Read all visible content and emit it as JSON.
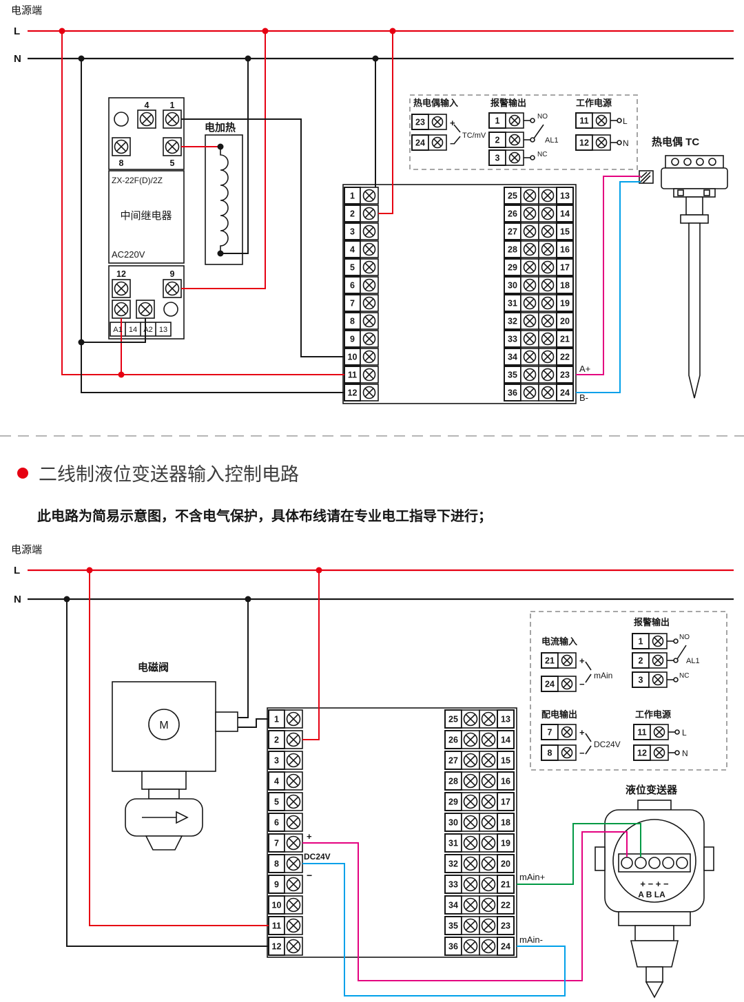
{
  "colors": {
    "red": "#e60012",
    "black": "#161616",
    "magenta": "#e4007f",
    "cyan": "#00a0e9",
    "green": "#009944"
  },
  "top_section": {
    "power_label": "电源端",
    "l_label": "L",
    "n_label": "N",
    "relay": {
      "model": "ZX-22F(D)/2Z",
      "name": "中间继电器",
      "voltage": "AC220V",
      "top_terminals": [
        "4",
        "1"
      ],
      "mid_terminals": [
        "8",
        "5"
      ],
      "lower_terminals": [
        "12",
        "9"
      ],
      "bottom_terminals": [
        "A1",
        "14",
        "A2",
        "13"
      ]
    },
    "heater_label": "电加热",
    "block": {
      "left": [
        "1",
        "2",
        "3",
        "4",
        "5",
        "6",
        "7",
        "8",
        "9",
        "10",
        "11",
        "12"
      ],
      "right_outer": [
        "25",
        "26",
        "27",
        "28",
        "29",
        "30",
        "31",
        "32",
        "33",
        "34",
        "35",
        "36"
      ],
      "right_inner": [
        "13",
        "14",
        "15",
        "16",
        "17",
        "18",
        "19",
        "20",
        "21",
        "22",
        "23",
        "24"
      ],
      "a_plus": "A+",
      "b_minus": "B-"
    },
    "legend": {
      "tc_input": {
        "title": "热电偶输入",
        "terminals": [
          "23",
          "24"
        ],
        "plus": "+",
        "minus": "−",
        "signal": "TC/mV"
      },
      "alarm": {
        "title": "报警输出",
        "terminals": [
          "1",
          "2",
          "3"
        ],
        "no_label": "NO",
        "nc_label": "NC",
        "name": "AL1"
      },
      "power": {
        "title": "工作电源",
        "terminals": [
          "11",
          "12"
        ],
        "l_label": "L",
        "n_label": "N"
      }
    },
    "thermocouple_label": "热电偶 TC"
  },
  "section": {
    "title": "二线制液位变送器输入控制电路",
    "subtitle": "此电路为简易示意图，不含电气保护，具体布线请在专业电工指导下进行；"
  },
  "bottom_section": {
    "power_label": "电源端",
    "l_label": "L",
    "n_label": "N",
    "valve_label": "电磁阀",
    "motor_label": "M",
    "block": {
      "left": [
        "1",
        "2",
        "3",
        "4",
        "5",
        "6",
        "7",
        "8",
        "9",
        "10",
        "11",
        "12"
      ],
      "right_outer": [
        "25",
        "26",
        "27",
        "28",
        "29",
        "30",
        "31",
        "32",
        "33",
        "34",
        "35",
        "36"
      ],
      "right_inner": [
        "13",
        "14",
        "15",
        "16",
        "17",
        "18",
        "19",
        "20",
        "21",
        "22",
        "23",
        "24"
      ],
      "plus": "+",
      "minus": "−",
      "dc_label": "DC24V",
      "main_plus": "mAin+",
      "main_minus": "mAin-"
    },
    "legend": {
      "current": {
        "title": "电流输入",
        "terminals": [
          "21",
          "24"
        ],
        "plus": "+",
        "minus": "−",
        "signal": "mAin"
      },
      "alarm": {
        "title": "报警输出",
        "terminals": [
          "1",
          "2",
          "3"
        ],
        "no_label": "NO",
        "nc_label": "NC",
        "name": "AL1"
      },
      "dist": {
        "title": "配电输出",
        "terminals": [
          "7",
          "8"
        ],
        "plus": "+",
        "minus": "−",
        "signal": "DC24V"
      },
      "power": {
        "title": "工作电源",
        "terminals": [
          "11",
          "12"
        ],
        "l_label": "L",
        "n_label": "N"
      }
    },
    "transmitter": {
      "label": "液位变送器",
      "polarity": "+ − + −",
      "abc": "A B LA"
    }
  }
}
